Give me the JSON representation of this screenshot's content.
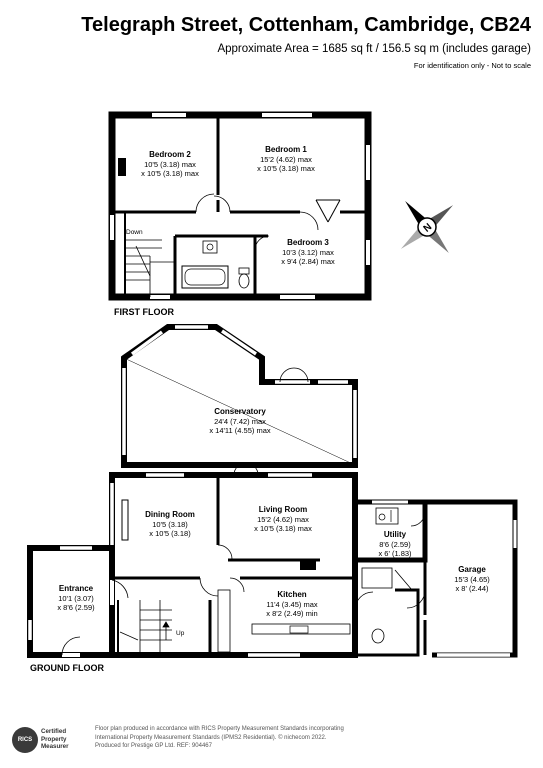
{
  "header": {
    "title": "Telegraph Street, Cottenham, Cambridge, CB24",
    "area": "Approximate Area = 1685 sq ft / 156.5 sq m (includes garage)",
    "note": "For identification only - Not to scale"
  },
  "floors": {
    "first": "FIRST FLOOR",
    "ground": "GROUND FLOOR"
  },
  "rooms": {
    "bedroom2": {
      "name": "Bedroom 2",
      "dim1": "10'5 (3.18) max",
      "dim2": "x 10'5 (3.18) max"
    },
    "bedroom1": {
      "name": "Bedroom 1",
      "dim1": "15'2 (4.62) max",
      "dim2": "x 10'5 (3.18) max"
    },
    "bedroom3": {
      "name": "Bedroom 3",
      "dim1": "10'3 (3.12) max",
      "dim2": "x 9'4 (2.84) max"
    },
    "conservatory": {
      "name": "Conservatory",
      "dim1": "24'4 (7.42) max",
      "dim2": "x 14'11 (4.55) max"
    },
    "dining": {
      "name": "Dining Room",
      "dim1": "10'5 (3.18)",
      "dim2": "x 10'5 (3.18)"
    },
    "living": {
      "name": "Living Room",
      "dim1": "15'2 (4.62) max",
      "dim2": "x 10'5 (3.18) max"
    },
    "utility": {
      "name": "Utility",
      "dim1": "8'6 (2.59)",
      "dim2": "x 6' (1.83)"
    },
    "garage": {
      "name": "Garage",
      "dim1": "15'3 (4.65)",
      "dim2": "x 8' (2.44)"
    },
    "entrance": {
      "name": "Entrance",
      "dim1": "10'1 (3.07)",
      "dim2": "x 8'6 (2.59)"
    },
    "kitchen": {
      "name": "Kitchen",
      "dim1": "11'4 (3.45) max",
      "dim2": "x 8'2 (2.49) min"
    }
  },
  "stairs": {
    "down": "Down",
    "up": "Up"
  },
  "compass": {
    "label": "N"
  },
  "footer": {
    "badge": "RICS",
    "badge_text_1": "Certified",
    "badge_text_2": "Property",
    "badge_text_3": "Measurer",
    "line1": "Floor plan produced in accordance with RICS Property Measurement Standards incorporating",
    "line2": "International Property Measurement Standards (IPMS2 Residential). © nichecom 2022.",
    "line3": "Produced for Prestige GP Ltd.   REF:  904467"
  },
  "colors": {
    "wall": "#000000",
    "window": "#ffffff",
    "fixture": "#666666"
  }
}
